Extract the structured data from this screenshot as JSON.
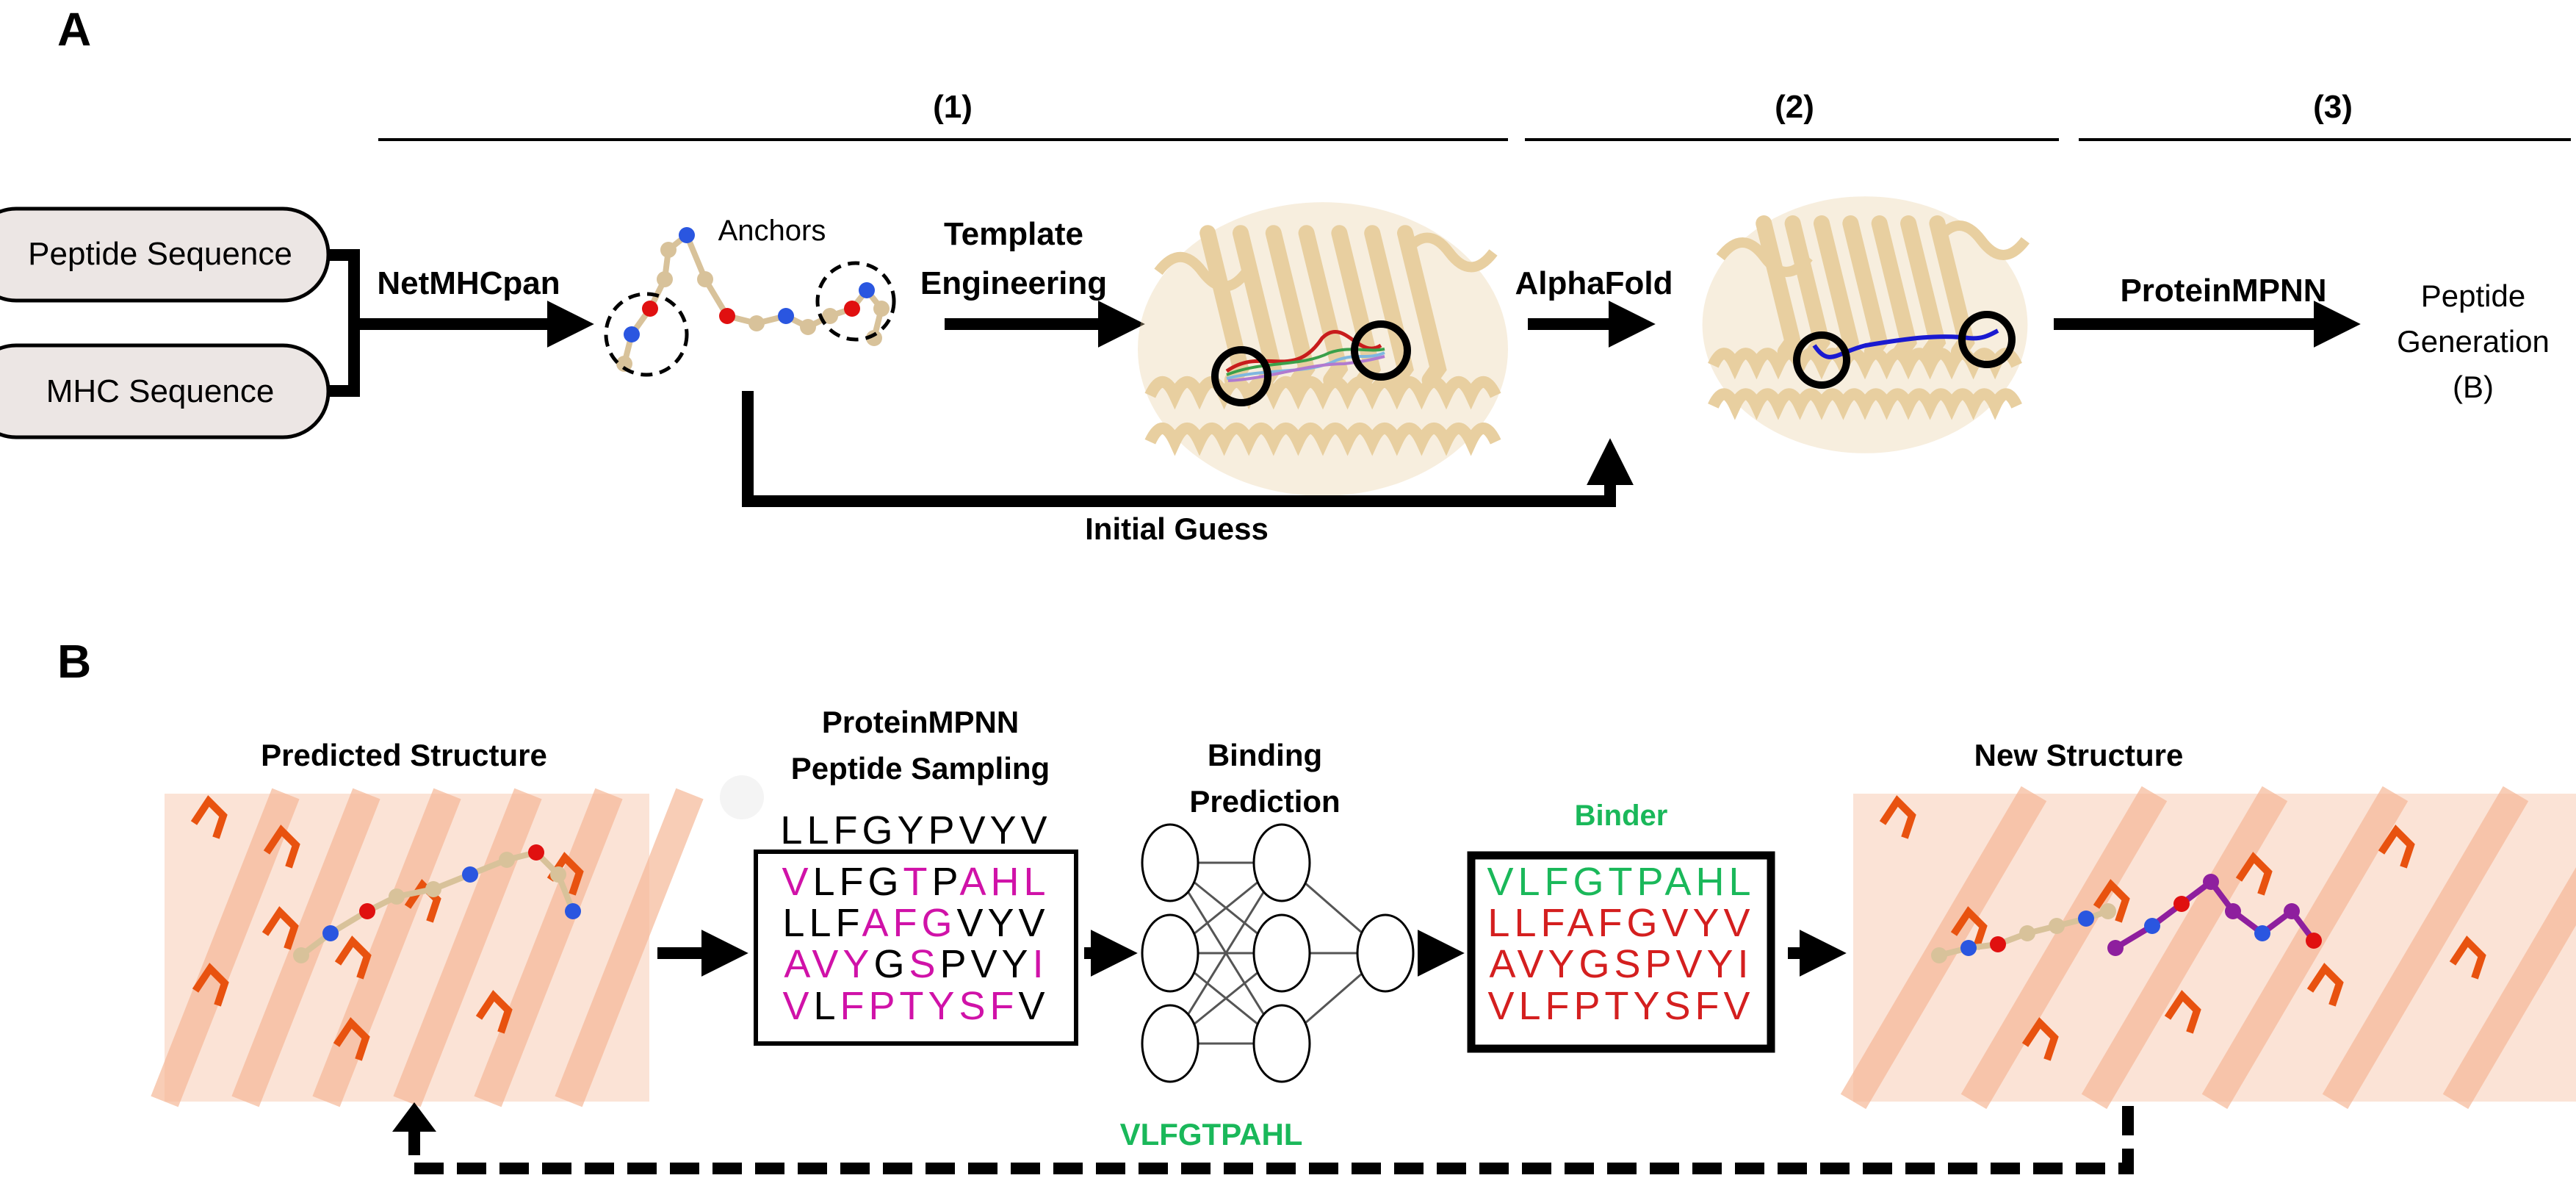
{
  "panel_a": {
    "label": "A",
    "stages": [
      {
        "label": "(1)"
      },
      {
        "label": "(2)"
      },
      {
        "label": "(3)"
      }
    ],
    "inputs": [
      "Peptide Sequence",
      "MHC Sequence"
    ],
    "steps": {
      "netmhcpan": "NetMHCpan",
      "anchors": "Anchors",
      "template_line1": "Template",
      "template_line2": "Engineering",
      "alphafold": "AlphaFold",
      "proteinmpnn": "ProteinMPNN",
      "initial_guess": "Initial Guess",
      "output_line1": "Peptide",
      "output_line2": "Generation",
      "output_line3": "(B)"
    }
  },
  "panel_b": {
    "label": "B",
    "predicted_structure": "Predicted Structure",
    "sampling_line1": "ProteinMPNN",
    "sampling_line2": "Peptide Sampling",
    "input_sequence": "LLFGYPVYV",
    "sampled_rows": [
      [
        {
          "t": "V",
          "c": "m"
        },
        {
          "t": "LFG",
          "c": "k"
        },
        {
          "t": "T",
          "c": "m"
        },
        {
          "t": "P",
          "c": "k"
        },
        {
          "t": "AHL",
          "c": "m"
        }
      ],
      [
        {
          "t": "LLF",
          "c": "k"
        },
        {
          "t": "AFG",
          "c": "m"
        },
        {
          "t": "VYV",
          "c": "k"
        }
      ],
      [
        {
          "t": "AVY",
          "c": "m"
        },
        {
          "t": "G",
          "c": "k"
        },
        {
          "t": "S",
          "c": "m"
        },
        {
          "t": "PVY",
          "c": "k"
        },
        {
          "t": "I",
          "c": "m"
        }
      ],
      [
        {
          "t": "V",
          "c": "m"
        },
        {
          "t": "L",
          "c": "k"
        },
        {
          "t": "FPTYSF",
          "c": "m"
        },
        {
          "t": "V",
          "c": "k"
        }
      ]
    ],
    "binding_line1": "Binding",
    "binding_line2": "Prediction",
    "binder_label": "Binder",
    "binder_rows": [
      {
        "text": "VLFGTPAHL",
        "status": "binder"
      },
      {
        "text": "LLFAFGVYV",
        "status": "non-binder"
      },
      {
        "text": "AVYGSPVYI",
        "status": "non-binder"
      },
      {
        "text": "VLFPTYSFV",
        "status": "non-binder"
      }
    ],
    "new_structure": "New Structure",
    "feedback_sequence": "VLFGTPAHL"
  },
  "colors": {
    "mutated": "#d012a8",
    "unchanged": "#000000",
    "binder": "#1ab85a",
    "non_binder": "#d41f1f",
    "protein": "#e8cfa0",
    "complex_ribbon": "#f6b898",
    "sidechain": "#e8520f",
    "new_peptide": "#8e1f9e"
  }
}
